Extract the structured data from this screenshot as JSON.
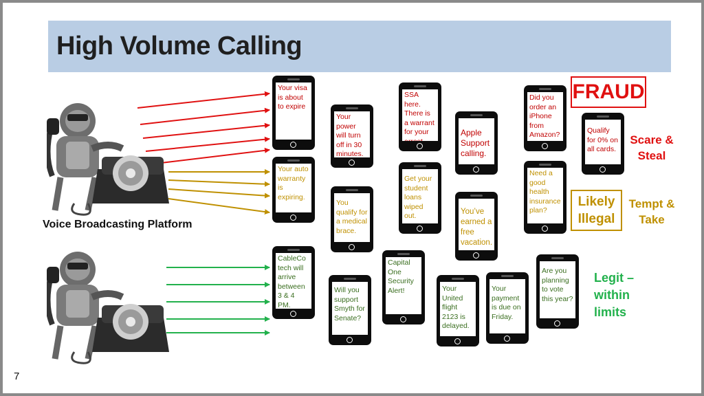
{
  "title": "High Volume Calling",
  "platform_label": "Voice Broadcasting Platform",
  "page_number": "7",
  "categories": {
    "fraud": "FRAUD",
    "scare_steal": "Scare & Steal",
    "likely_illegal": "Likely Illegal",
    "tempt_take": "Tempt & Take",
    "legit": "Legit – within limits"
  },
  "colors": {
    "fraud": "#e01010",
    "likely": "#bf9000",
    "legit": "#22b14c",
    "title_bar": "#b9cde4"
  },
  "messages": {
    "visa": "Your visa is about to expire",
    "power": "Your power will turn off in 30 minutes.",
    "ssa": "SSA here. There is a warrant for your arrest.",
    "apple": "Apple Support calling.",
    "iphone": "Did you order an iPhone from Amazon?",
    "zero_pct": "Qualify for 0% on all cards.",
    "auto_warranty": "Your auto warranty is expiring.",
    "medical": "You qualify for a medical brace.",
    "loans": "Get your student loans wiped out.",
    "vacation": "You’ve earned a free vacation.",
    "insurance": "Need a good health insurance plan?",
    "cableco": "CableCo tech will arrive between 3 & 4 PM.",
    "senate": "Will you support Smyth for Senate?",
    "capital_one": "Capital One Security Alert!",
    "flight": "Your United flight 2123 is delayed.",
    "payment": "Your payment is due on Friday.",
    "vote": "Are you planning to vote this year?"
  }
}
